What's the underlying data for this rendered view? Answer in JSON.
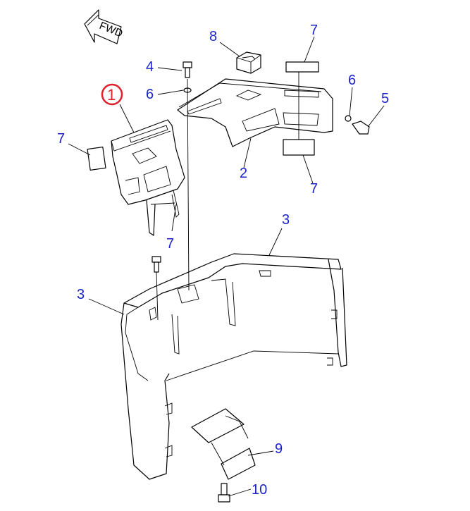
{
  "direction_arrow": {
    "label": "FWD"
  },
  "callouts": [
    {
      "id": "c1",
      "label": "1",
      "highlighted": true
    },
    {
      "id": "c2",
      "label": "2"
    },
    {
      "id": "c3a",
      "label": "3"
    },
    {
      "id": "c3b",
      "label": "3"
    },
    {
      "id": "c4",
      "label": "4"
    },
    {
      "id": "c5",
      "label": "5"
    },
    {
      "id": "c6a",
      "label": "6"
    },
    {
      "id": "c6b",
      "label": "6"
    },
    {
      "id": "c7a",
      "label": "7"
    },
    {
      "id": "c7b",
      "label": "7"
    },
    {
      "id": "c7c",
      "label": "7"
    },
    {
      "id": "c7d",
      "label": "7"
    },
    {
      "id": "c8",
      "label": "8"
    },
    {
      "id": "c9",
      "label": "9"
    },
    {
      "id": "c10",
      "label": "10"
    }
  ],
  "colors": {
    "callout": "#1a23c8",
    "highlight": "#e0202a",
    "line": "#000000"
  }
}
